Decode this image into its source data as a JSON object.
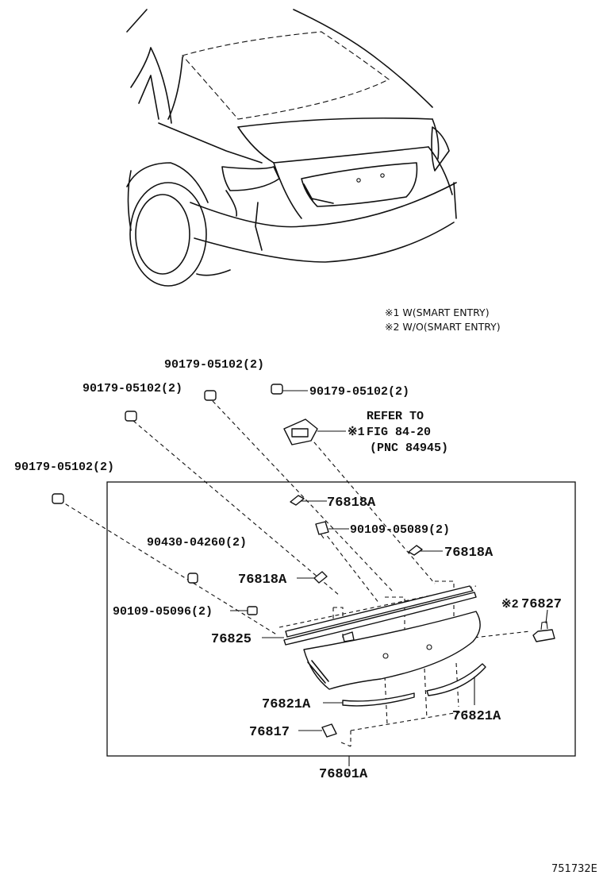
{
  "notes": {
    "note1": "※1 W(SMART ENTRY)",
    "note2": "※2 W/O(SMART ENTRY)"
  },
  "refer": {
    "line1": "REFER TO",
    "line2": "FIG 84-20",
    "line3": "(PNC 84945)",
    "marker": "※1"
  },
  "parts": {
    "p_90179_top": "90179-05102(2)",
    "p_90179_left": "90179-05102(2)",
    "p_90179_right": "90179-05102(2)",
    "p_90179_far": "90179-05102(2)",
    "p_76818A_1": "76818A",
    "p_90109_05089": "90109-05089(2)",
    "p_76818A_2": "76818A",
    "p_90430": "90430-04260(2)",
    "p_76818A_3": "76818A",
    "p_90109_05096": "90109-05096(2)",
    "p_76827_marker": "※2",
    "p_76827": "76827",
    "p_76825": "76825",
    "p_76821A_left": "76821A",
    "p_76821A_right": "76821A",
    "p_76817": "76817",
    "p_76801A": "76801A"
  },
  "figure_code": "751732E"
}
